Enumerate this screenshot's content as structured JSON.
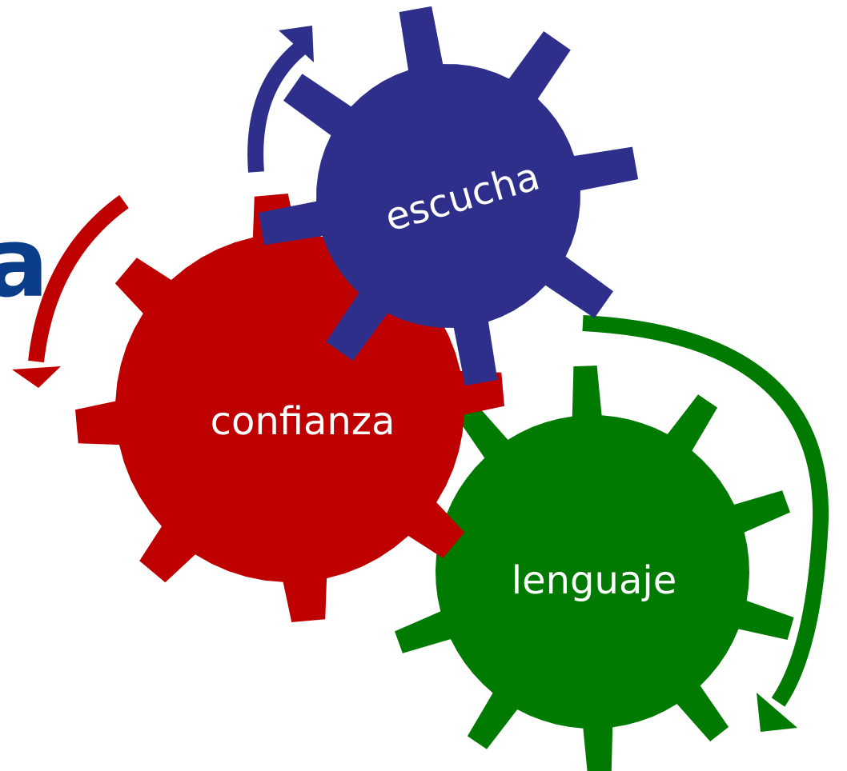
{
  "colors": {
    "background": "#ffffff",
    "escucha": "#2e2f8a",
    "confianza": "#bf0000",
    "lenguaje": "#007a00",
    "edge_text": "#0b3d8a",
    "label": "#ffffff"
  },
  "gears": {
    "escucha": {
      "label": "escucha"
    },
    "confianza": {
      "label": "confianza"
    },
    "lenguaje": {
      "label": "lenguaje"
    }
  },
  "edge_text": "a",
  "arrows": {
    "blue": {
      "direction": "clockwise"
    },
    "red": {
      "direction": "counterclockwise"
    },
    "green": {
      "direction": "clockwise"
    }
  }
}
